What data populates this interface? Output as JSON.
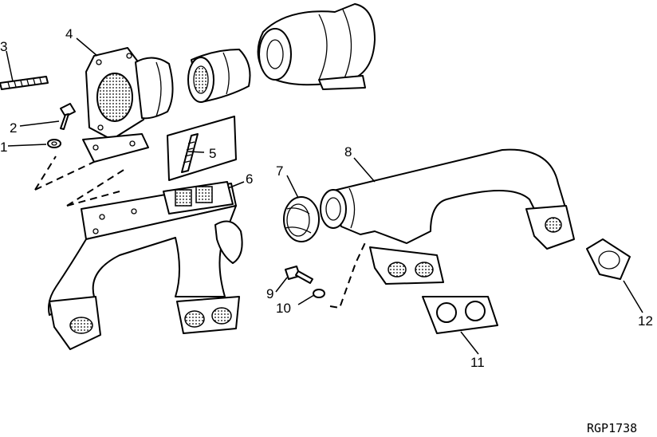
{
  "diagram": {
    "callouts": [
      {
        "id": "1",
        "label": "1"
      },
      {
        "id": "2",
        "label": "2"
      },
      {
        "id": "3",
        "label": "3"
      },
      {
        "id": "4",
        "label": "4"
      },
      {
        "id": "5",
        "label": "5"
      },
      {
        "id": "6",
        "label": "6"
      },
      {
        "id": "7",
        "label": "7"
      },
      {
        "id": "8",
        "label": "8"
      },
      {
        "id": "9",
        "label": "9"
      },
      {
        "id": "10",
        "label": "10"
      },
      {
        "id": "11",
        "label": "11"
      },
      {
        "id": "12",
        "label": "12"
      }
    ],
    "reference_code": "RGP1738"
  }
}
